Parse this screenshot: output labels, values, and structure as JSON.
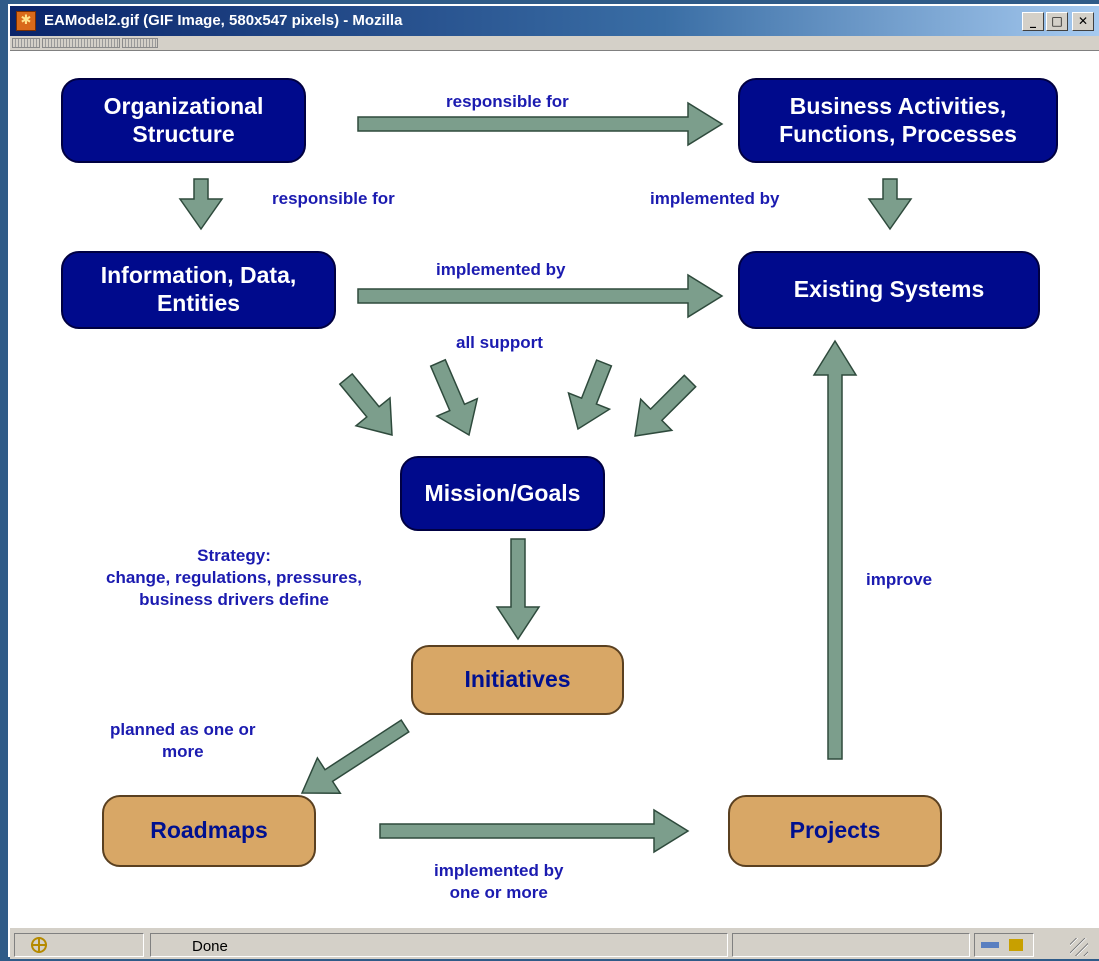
{
  "window": {
    "title": "EAModel2.gif (GIF Image, 580x547 pixels) - Mozilla",
    "buttons": {
      "minimize": "_",
      "maximize": "□",
      "close": "✕"
    }
  },
  "diagram": {
    "nodes": {
      "org_structure": "Organizational\nStructure",
      "business_activities": "Business Activities,\nFunctions, Processes",
      "information": "Information, Data,\nEntities",
      "existing_systems": "Existing Systems",
      "mission": "Mission/Goals",
      "initiatives": "Initiatives",
      "roadmaps": "Roadmaps",
      "projects": "Projects"
    },
    "labels": {
      "resp_for_top": "responsible for",
      "resp_for_left": "responsible for",
      "impl_by_right": "implemented by",
      "impl_by_mid": "implemented by",
      "all_support": "all  support",
      "strategy": "Strategy:\nchange,   regulations, pressures,\nbusiness drivers define",
      "improve": "improve",
      "planned": "planned as one or\nmore",
      "impl_by_bottom": "implemented by\none or more"
    }
  },
  "statusbar": {
    "status": "Done"
  },
  "colors": {
    "node_blue": "#000a8c",
    "node_tan": "#d8a766",
    "arrow_fill": "#7c9e8c",
    "label_blue": "#1b1bb0"
  }
}
